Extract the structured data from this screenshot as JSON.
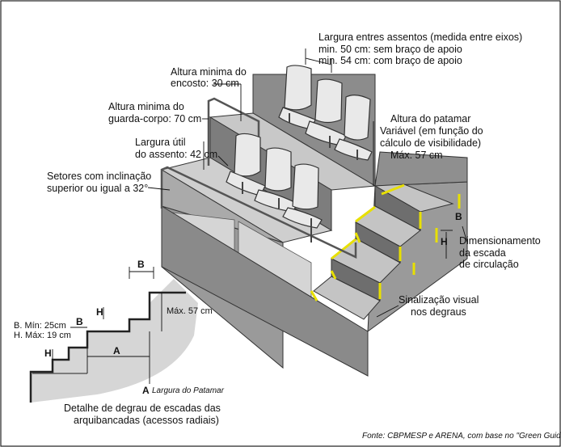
{
  "labels": {
    "seat_width_1": "Largura entres assentos (medida entre eixos)",
    "seat_width_2": "min. 50 cm: sem braço de apoio",
    "seat_width_3": "min. 54 cm: com braço de apoio",
    "backrest_1": "Altura minima do",
    "backrest_2": "encosto: 30 cm",
    "guardrail_1": "Altura minima do",
    "guardrail_2": "guarda-corpo: 70 cm",
    "seat_useful_1": "Largura útil",
    "seat_useful_2": "do assento: 42 cm",
    "sectors_1": "Setores com inclinação",
    "sectors_2": "superior ou igual a 32°",
    "landing_1": "Altura do patamar",
    "landing_2": "Variável (em função do",
    "landing_3": "cálculo de visibilidade)",
    "landing_4": "Máx. 57 cm",
    "stair_dim_1": "Dimensionamento",
    "stair_dim_2": "da escada",
    "stair_dim_3": "de circulação",
    "signal_1": "Sinalização visual",
    "signal_2": "nos degraus",
    "detail_b_min": "B. Mín: 25cm",
    "detail_h_max": "H. Máx: 19 cm",
    "detail_max57": "Máx. 57 cm",
    "detail_landing_width": "Largura do Patamar",
    "detail_caption_1": "Detalhe de degrau de escadas das",
    "detail_caption_2": "arquibancadas (acessos radiais)",
    "source": "Fonte: CBPMESP e ARENA, com base no \"Green Guide\""
  },
  "dims": {
    "A": "A",
    "B": "B",
    "H": "H"
  },
  "colors": {
    "accent": "#e8e000",
    "concrete": "#b5b5b5",
    "dark": "#7a7a7a",
    "light": "#dcdcdc"
  }
}
